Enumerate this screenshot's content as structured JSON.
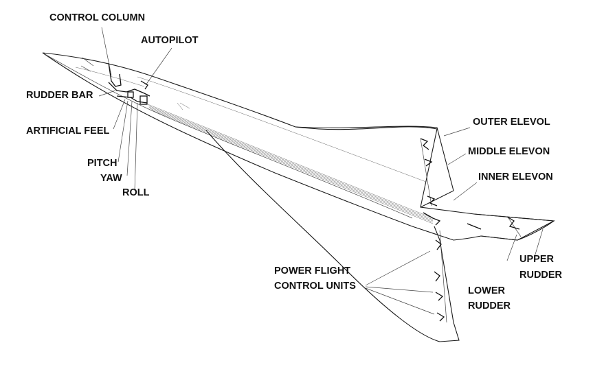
{
  "labels": {
    "control_column": "CONTROL COLUMN",
    "autopilot": "AUTOPILOT",
    "rudder_bar": "RUDDER BAR",
    "artificial_feel": "ARTIFICIAL FEEL",
    "pitch": "PITCH",
    "yaw": "YAW",
    "roll": "ROLL",
    "outer_elevol": "OUTER ELEVOL",
    "middle_elevon": "MIDDLE ELEVON",
    "inner_elevon": "INNER ELEVON",
    "power_flight_line1": "POWER FLIGHT",
    "power_flight_line2": "CONTROL UNITS",
    "upper_rudder_line1": "UPPER",
    "upper_rudder_line2": "RUDDER",
    "lower_rudder_line1": "LOWER",
    "lower_rudder_line2": "RUDDER"
  },
  "colors": {
    "background": "#ffffff",
    "ink": "#111111"
  }
}
